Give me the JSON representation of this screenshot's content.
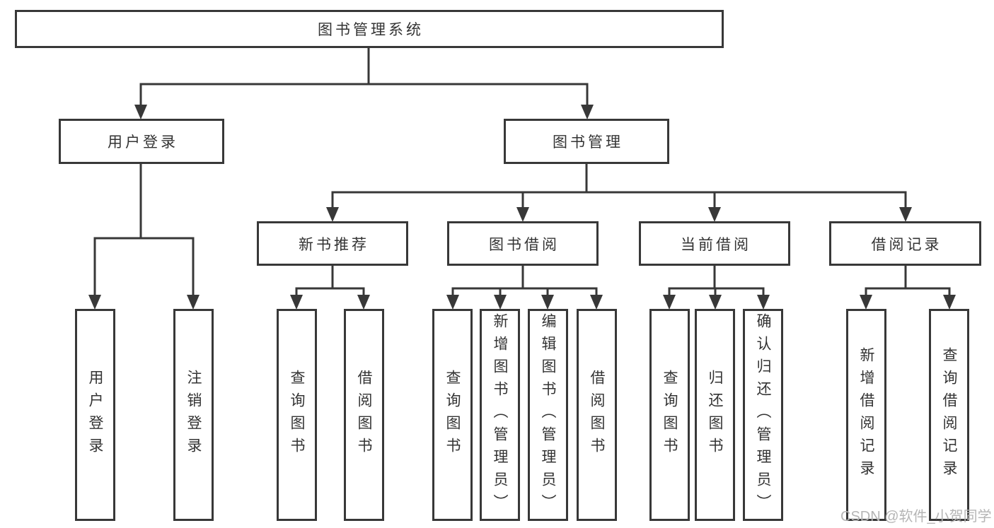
{
  "tree": {
    "root": {
      "label": "图书管理系统"
    },
    "branches": [
      {
        "label": "用户登录",
        "children": [
          {
            "label": "用户登录"
          },
          {
            "label": "注销登录"
          }
        ]
      },
      {
        "label": "图书管理",
        "children": [
          {
            "label": "新书推荐",
            "children": [
              {
                "label": "查询图书"
              },
              {
                "label": "借阅图书"
              }
            ]
          },
          {
            "label": "图书借阅",
            "children": [
              {
                "label": "查询图书"
              },
              {
                "label": "新增图书（管理员）"
              },
              {
                "label": "编辑图书（管理员）"
              },
              {
                "label": "借阅图书"
              }
            ]
          },
          {
            "label": "当前借阅",
            "children": [
              {
                "label": "查询图书"
              },
              {
                "label": "归还图书"
              },
              {
                "label": "确认归还（管理员）"
              }
            ]
          },
          {
            "label": "借阅记录",
            "children": [
              {
                "label": "新增借阅记录"
              },
              {
                "label": "查询借阅记录"
              }
            ]
          }
        ]
      }
    ]
  },
  "watermark": {
    "text": "CSDN @软件_小贺同学"
  },
  "colors": {
    "line": "#383838",
    "text": "#333333",
    "background": "#ffffff",
    "watermark": "#b5b5b5"
  }
}
